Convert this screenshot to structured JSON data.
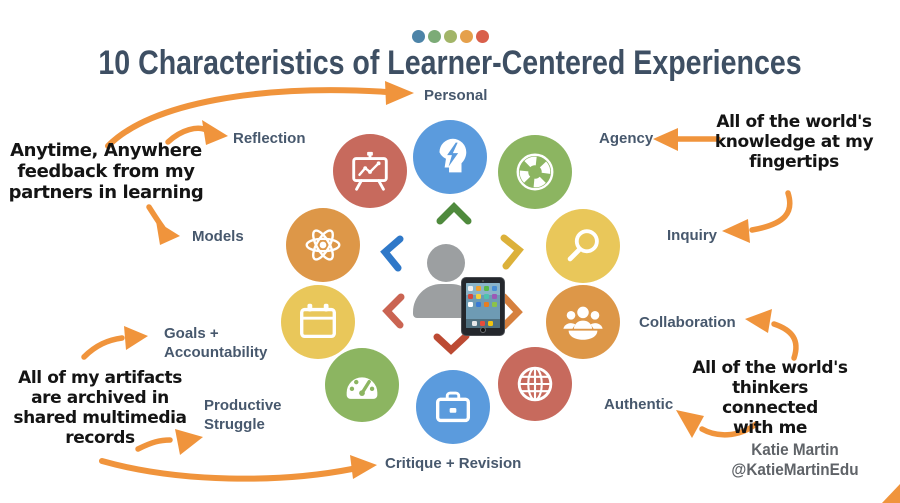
{
  "title": "10 Characteristics of Learner-Centered Experiences",
  "decoration_dots": [
    "#4d84a8",
    "#7cab77",
    "#a2b568",
    "#e5a04b",
    "#d95f4b"
  ],
  "colors": {
    "arrow": "#f0943c",
    "label": "#47586d",
    "title": "#3e4f63",
    "handwriting": "#141414",
    "attribution": "#5f6368"
  },
  "ring": {
    "items": [
      {
        "id": "personal",
        "label": "Personal",
        "color": "#5b9bdd",
        "icon": "head-lightning-icon"
      },
      {
        "id": "reflection",
        "label": "Reflection",
        "color": "#c76a5d",
        "icon": "presentation-chart-icon"
      },
      {
        "id": "agency",
        "label": "Agency",
        "color": "#8cb561",
        "icon": "life-ring-icon"
      },
      {
        "id": "models",
        "label": "Models",
        "color": "#dd9748",
        "icon": "atom-icon"
      },
      {
        "id": "inquiry",
        "label": "Inquiry",
        "color": "#e9c75a",
        "icon": "magnifier-icon"
      },
      {
        "id": "goals",
        "label": "Goals +\nAccountability",
        "color": "#e9c75a",
        "icon": "calendar-icon"
      },
      {
        "id": "collaboration",
        "label": "Collaboration",
        "color": "#dd9748",
        "icon": "people-group-icon"
      },
      {
        "id": "struggle",
        "label": "Productive\nStruggle",
        "color": "#8cb561",
        "icon": "gauge-icon"
      },
      {
        "id": "authentic",
        "label": "Authentic",
        "color": "#c76a5d",
        "icon": "globe-icon"
      },
      {
        "id": "critique",
        "label": "Critique + Revision",
        "color": "#5b9bdd",
        "icon": "briefcase-icon"
      }
    ]
  },
  "annotations": [
    {
      "id": "top-left",
      "text": "Anytime, Anywhere\nfeedback from my\npartners in learning"
    },
    {
      "id": "bottom-left",
      "text": "All of my artifacts\nare archived in\nshared multimedia\nrecords"
    },
    {
      "id": "top-right",
      "text": "All of the world's\nknowledge at my\nfingertips"
    },
    {
      "id": "bottom-right",
      "text": "All of the world's\nthinkers connected\nwith me"
    }
  ],
  "attribution": {
    "name": "Katie Martin",
    "handle": "@KatieMartinEdu"
  }
}
